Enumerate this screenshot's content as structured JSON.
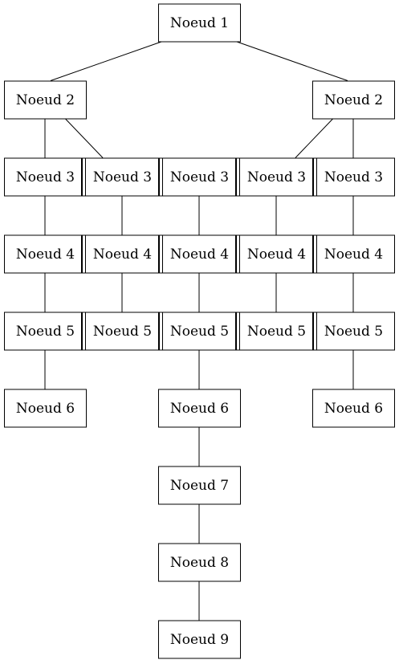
{
  "diagram": {
    "nodes": [
      {
        "id": "n1",
        "label": "Noeud 1"
      },
      {
        "id": "n2a",
        "label": "Noeud 2"
      },
      {
        "id": "n2b",
        "label": "Noeud 2"
      },
      {
        "id": "n3a",
        "label": "Noeud 3"
      },
      {
        "id": "n3b",
        "label": "Noeud 3"
      },
      {
        "id": "n3c",
        "label": "Noeud 3"
      },
      {
        "id": "n3d",
        "label": "Noeud 3"
      },
      {
        "id": "n3e",
        "label": "Noeud 3"
      },
      {
        "id": "n4a",
        "label": "Noeud 4"
      },
      {
        "id": "n4b",
        "label": "Noeud 4"
      },
      {
        "id": "n4c",
        "label": "Noeud 4"
      },
      {
        "id": "n4d",
        "label": "Noeud 4"
      },
      {
        "id": "n4e",
        "label": "Noeud 4"
      },
      {
        "id": "n5a",
        "label": "Noeud 5"
      },
      {
        "id": "n5b",
        "label": "Noeud 5"
      },
      {
        "id": "n5c",
        "label": "Noeud 5"
      },
      {
        "id": "n5d",
        "label": "Noeud 5"
      },
      {
        "id": "n5e",
        "label": "Noeud 5"
      },
      {
        "id": "n6a",
        "label": "Noeud 6"
      },
      {
        "id": "n6b",
        "label": "Noeud 6"
      },
      {
        "id": "n6c",
        "label": "Noeud 6"
      },
      {
        "id": "n7",
        "label": "Noeud 7"
      },
      {
        "id": "n8",
        "label": "Noeud 8"
      },
      {
        "id": "n9",
        "label": "Noeud 9"
      }
    ],
    "edges": [
      [
        "n1",
        "n2a"
      ],
      [
        "n1",
        "n2b"
      ],
      [
        "n2a",
        "n3a"
      ],
      [
        "n2a",
        "n3b"
      ],
      [
        "n2b",
        "n3d"
      ],
      [
        "n2b",
        "n3e"
      ],
      [
        "n3a",
        "n4a"
      ],
      [
        "n3b",
        "n4b"
      ],
      [
        "n3c",
        "n4c"
      ],
      [
        "n3d",
        "n4d"
      ],
      [
        "n3e",
        "n4e"
      ],
      [
        "n4a",
        "n5a"
      ],
      [
        "n4b",
        "n5b"
      ],
      [
        "n4c",
        "n5c"
      ],
      [
        "n4d",
        "n5d"
      ],
      [
        "n4e",
        "n5e"
      ],
      [
        "n5a",
        "n6a"
      ],
      [
        "n5c",
        "n6b"
      ],
      [
        "n5e",
        "n6c"
      ],
      [
        "n6b",
        "n7"
      ],
      [
        "n7",
        "n8"
      ],
      [
        "n8",
        "n9"
      ]
    ],
    "same_rank_links": [
      [
        "n3a",
        "n3b"
      ],
      [
        "n3b",
        "n3c"
      ],
      [
        "n3c",
        "n3d"
      ],
      [
        "n3d",
        "n3e"
      ],
      [
        "n4a",
        "n4b"
      ],
      [
        "n4b",
        "n4c"
      ],
      [
        "n4c",
        "n4d"
      ],
      [
        "n4d",
        "n4e"
      ],
      [
        "n5a",
        "n5b"
      ],
      [
        "n5b",
        "n5c"
      ],
      [
        "n5c",
        "n5d"
      ],
      [
        "n5d",
        "n5e"
      ]
    ]
  }
}
